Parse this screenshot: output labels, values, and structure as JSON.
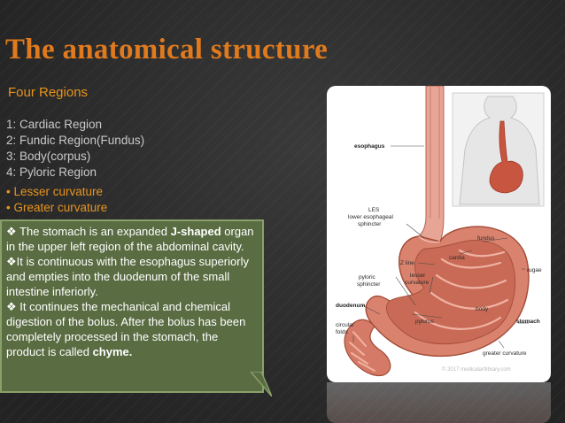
{
  "slide": {
    "title": "The anatomical structure",
    "subtitle": "Four Regions",
    "regions": [
      "1: Cardiac Region",
      "2: Fundic Region(Fundus)",
      "3: Body(corpus)",
      "4: Pyloric Region"
    ],
    "curvatures": [
      "• Lesser curvature",
      "• Greater curvature"
    ],
    "callout": {
      "p1_pre": " The stomach is an expanded ",
      "p1_bold": "J-shaped",
      "p1_post": " organ in the upper left region of the abdominal cavity.",
      "p2": "It is continuous with the esophagus superiorly and empties into the duodenum of the small intestine inferiorly.",
      "p3_pre": " It continues the mechanical and chemical digestion of the bolus. After the bolus has been completely processed in the stomach, the product is called ",
      "p3_bold": "chyme.",
      "bullet_glyph": "❖"
    }
  },
  "figure": {
    "labels": {
      "esophagus": "esophagus",
      "les_1": "LES",
      "les_2": "lower esophageal",
      "les_3": "sphincter",
      "fundus": "fundus",
      "cardia": "cardia",
      "z_line": "Z line",
      "rugae": "rugae",
      "pyloric_1": "pyloric",
      "pyloric_2": "sphincter",
      "lesser_1": "lesser",
      "lesser_2": "curvature",
      "duodenum": "duodenum",
      "body": "body",
      "circular_1": "circular",
      "circular_2": "folds",
      "pylorus": "pylorus",
      "stomach": "stomach",
      "greater": "greater curvature",
      "copyright": "© 2017 medicalartlibrary.com"
    }
  },
  "colors": {
    "title": "#e07a1e",
    "accent": "#e8941f",
    "callout_bg": "#5a6c42",
    "background": "#2b2b2b"
  }
}
